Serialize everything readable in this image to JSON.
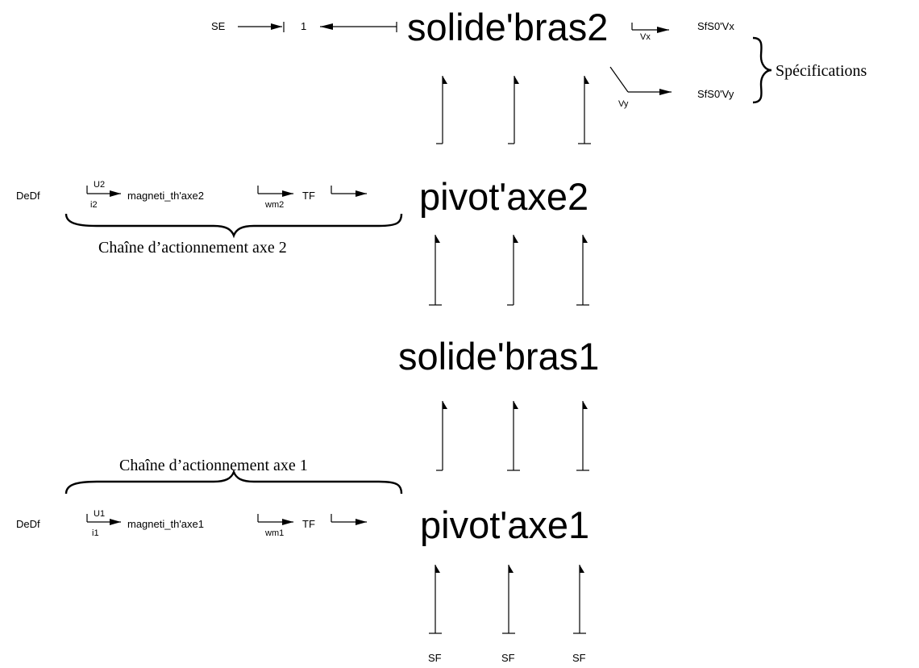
{
  "nodes": {
    "solide_bras2": "solide'bras2",
    "pivot_axe2": "pivot'axe2",
    "solide_bras1": "solide'bras1",
    "pivot_axe1": "pivot'axe1"
  },
  "top_row": {
    "source": "SE",
    "junction": "1",
    "vx_label": "Vx",
    "vy_label": "Vy",
    "sink_vx": "SfS0'Vx",
    "sink_vy": "SfS0'Vy"
  },
  "chain2": {
    "source": "DeDf",
    "u": "U2",
    "i": "i2",
    "actuator": "magneti_th'axe2",
    "w": "wm2",
    "transformer": "TF"
  },
  "chain1": {
    "source": "DeDf",
    "u": "U1",
    "i": "i1",
    "actuator": "magneti_th'axe1",
    "w": "wm1",
    "transformer": "TF"
  },
  "bottom_sources": [
    "SF",
    "SF",
    "SF"
  ],
  "annotations": {
    "specifications": "Spécifications",
    "chain_axe2": "Chaîne d’actionnement axe 2",
    "chain_axe1": "Chaîne d’actionnement axe 1"
  }
}
